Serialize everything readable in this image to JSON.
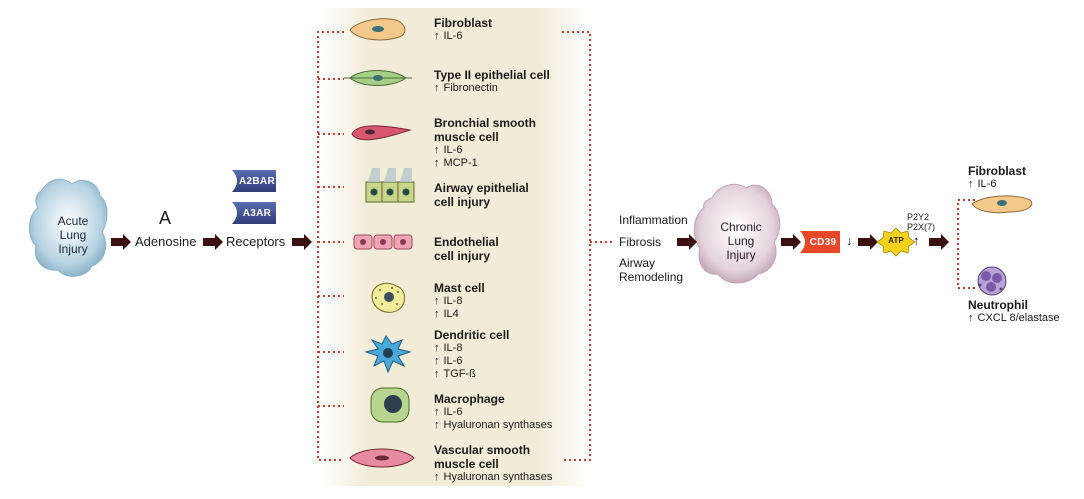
{
  "injury_acute": [
    "Acute",
    "Lung",
    "Injury"
  ],
  "adenosine_symbol": "A",
  "adenosine_label": "Adenosine",
  "receptors": {
    "a2": "A2BAR",
    "a3": "A3AR",
    "label": "Receptors"
  },
  "cells": [
    {
      "title": [
        "Fibroblast"
      ],
      "effects": [
        "IL-6"
      ]
    },
    {
      "title": [
        "Type II epithelial cell"
      ],
      "effects": [
        "Fibronectin"
      ]
    },
    {
      "title": [
        "Bronchial smooth",
        "muscle cell"
      ],
      "effects": [
        "IL-6",
        "MCP-1"
      ]
    },
    {
      "title": [
        "Airway epithelial",
        "cell injury"
      ],
      "effects": []
    },
    {
      "title": [
        "Endothelial",
        "cell injury"
      ],
      "effects": []
    },
    {
      "title": [
        "Mast cell"
      ],
      "effects": [
        "IL-8",
        "IL4"
      ]
    },
    {
      "title": [
        "Dendritic cell"
      ],
      "effects": [
        "IL-8",
        "IL-6",
        "TGF-ß"
      ]
    },
    {
      "title": [
        "Macrophage"
      ],
      "effects": [
        "IL-6",
        "Hyaluronan synthases"
      ]
    },
    {
      "title": [
        "Vascular smooth",
        "muscle cell"
      ],
      "effects": [
        "Hyaluronan synthases"
      ]
    }
  ],
  "outcomes": [
    "Inflammation",
    "Fibrosis",
    "Airway",
    "Remodeling"
  ],
  "injury_chronic": [
    "Chronic",
    "Lung",
    "Injury"
  ],
  "cd39": "CD39",
  "atp": "ATP",
  "p2": [
    "P2Y2",
    "P2X(7)"
  ],
  "right_fibroblast": {
    "title": "Fibroblast",
    "effect": "IL-6"
  },
  "neutrophil": {
    "title": "Neutrophil",
    "effect": "CXCL 8/elastase"
  },
  "colors": {
    "arrow": "#3a1010",
    "dotted": "#c43a2c",
    "panel": "#f1ebd8",
    "blob_acute": "#9ec3d6",
    "blob_chronic": "#d9c3cf",
    "cd39": "#e8472a",
    "atp": "#f3d21b",
    "receptor": "#3e4e8c"
  }
}
